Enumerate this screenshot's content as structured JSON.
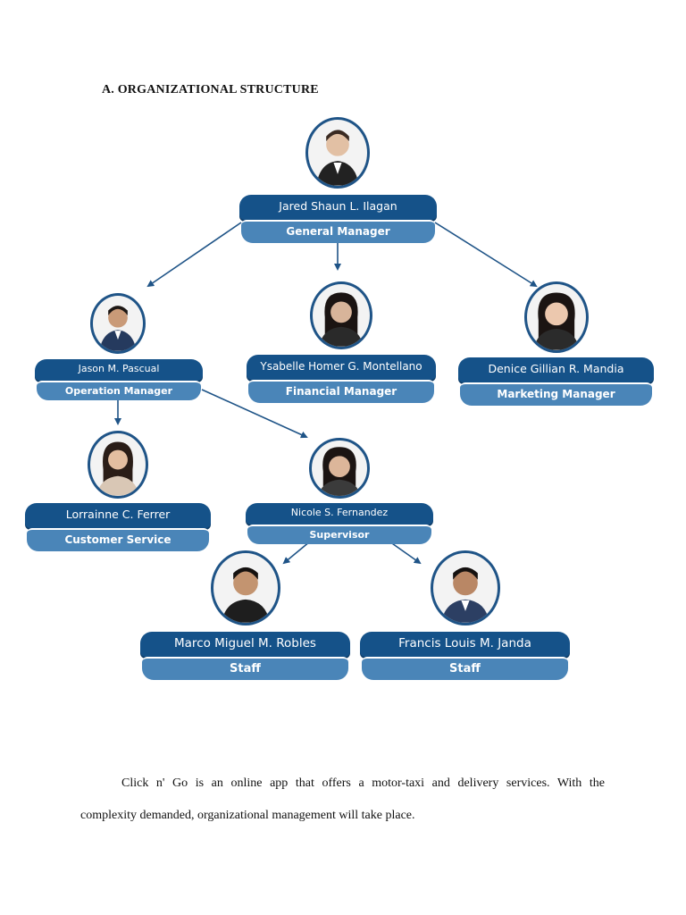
{
  "section": {
    "title": "A.  ORGANIZATIONAL STRUCTURE"
  },
  "org": {
    "general_manager": {
      "name": "Jared Shaun L. Ilagan",
      "role": "General Manager"
    },
    "operation_manager": {
      "name": "Jason M. Pascual",
      "role": "Operation Manager"
    },
    "financial_manager": {
      "name": "Ysabelle Homer G. Montellano",
      "role": "Financial Manager"
    },
    "marketing_manager": {
      "name": "Denice Gillian R. Mandia",
      "role": "Marketing Manager"
    },
    "customer_service": {
      "name": "Lorrainne C. Ferrer",
      "role": "Customer Service"
    },
    "supervisor": {
      "name": "Nicole S. Fernandez",
      "role": "Supervisor"
    },
    "staff_1": {
      "name": "Marco Miguel M. Robles",
      "role": "Staff"
    },
    "staff_2": {
      "name": "Francis Louis M. Janda",
      "role": "Staff"
    }
  },
  "colors": {
    "name_bar": "#155289",
    "role_bar": "#4a85b8",
    "ring": "#1f5487",
    "arrow": "#1f5487"
  },
  "paragraph": {
    "line1": "Click n' Go is an online app that offers a motor-taxi and delivery services. With the",
    "line2": "complexity demanded, organizational management will take place."
  }
}
